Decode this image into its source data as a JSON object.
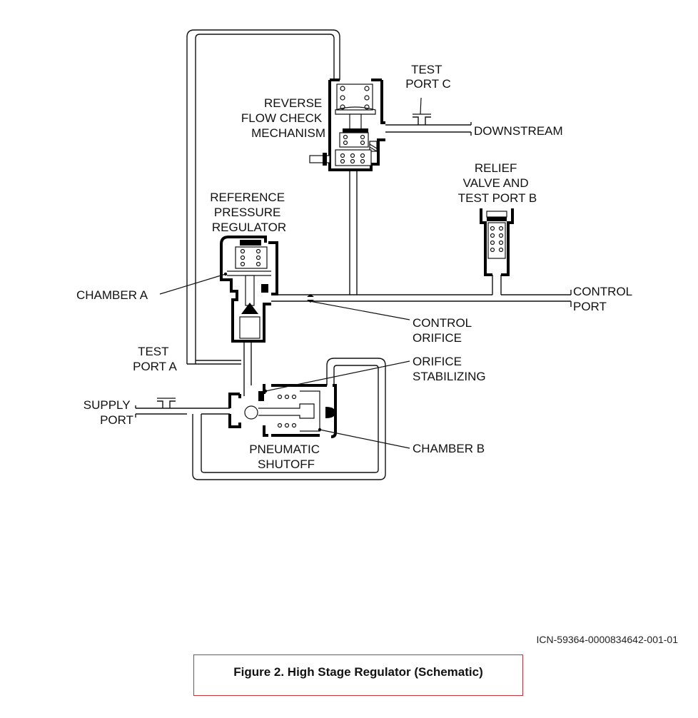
{
  "labels": {
    "test_port_c": [
      "TEST",
      "PORT C"
    ],
    "reverse_flow": [
      "REVERSE",
      "FLOW CHECK",
      "MECHANISM"
    ],
    "downstream": "DOWNSTREAM",
    "relief_valve": [
      "RELIEF",
      "VALVE AND",
      "TEST PORT B"
    ],
    "reference_regulator": [
      "REFERENCE",
      "PRESSURE",
      "REGULATOR"
    ],
    "chamber_a": "CHAMBER A",
    "control_port": [
      "CONTROL",
      "PORT"
    ],
    "control_orifice": [
      "CONTROL",
      "ORIFICE"
    ],
    "test_port_a": [
      "TEST",
      "PORT A"
    ],
    "orifice_stabilizing": [
      "ORIFICE",
      "STABILIZING"
    ],
    "supply_port": [
      "SUPPLY",
      "PORT"
    ],
    "chamber_b": "CHAMBER B",
    "pneumatic_shutoff": [
      "PNEUMATIC",
      "SHUTOFF"
    ]
  },
  "icn": "ICN-59364-0000834642-001-01",
  "caption": "Figure 2. High Stage Regulator (Schematic)",
  "colors": {
    "caption_border": "#c8323a",
    "ink": "#111111"
  }
}
